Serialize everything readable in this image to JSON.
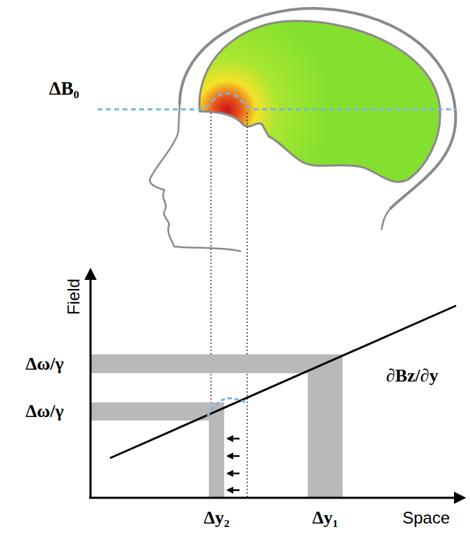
{
  "diagram": {
    "labels": [
      "ΔB₀",
      "Field",
      "Δω/γ",
      "Δω/γ",
      "∂Bz/∂y",
      "Δy₂",
      "Δy₁",
      "Space"
    ]
  }
}
